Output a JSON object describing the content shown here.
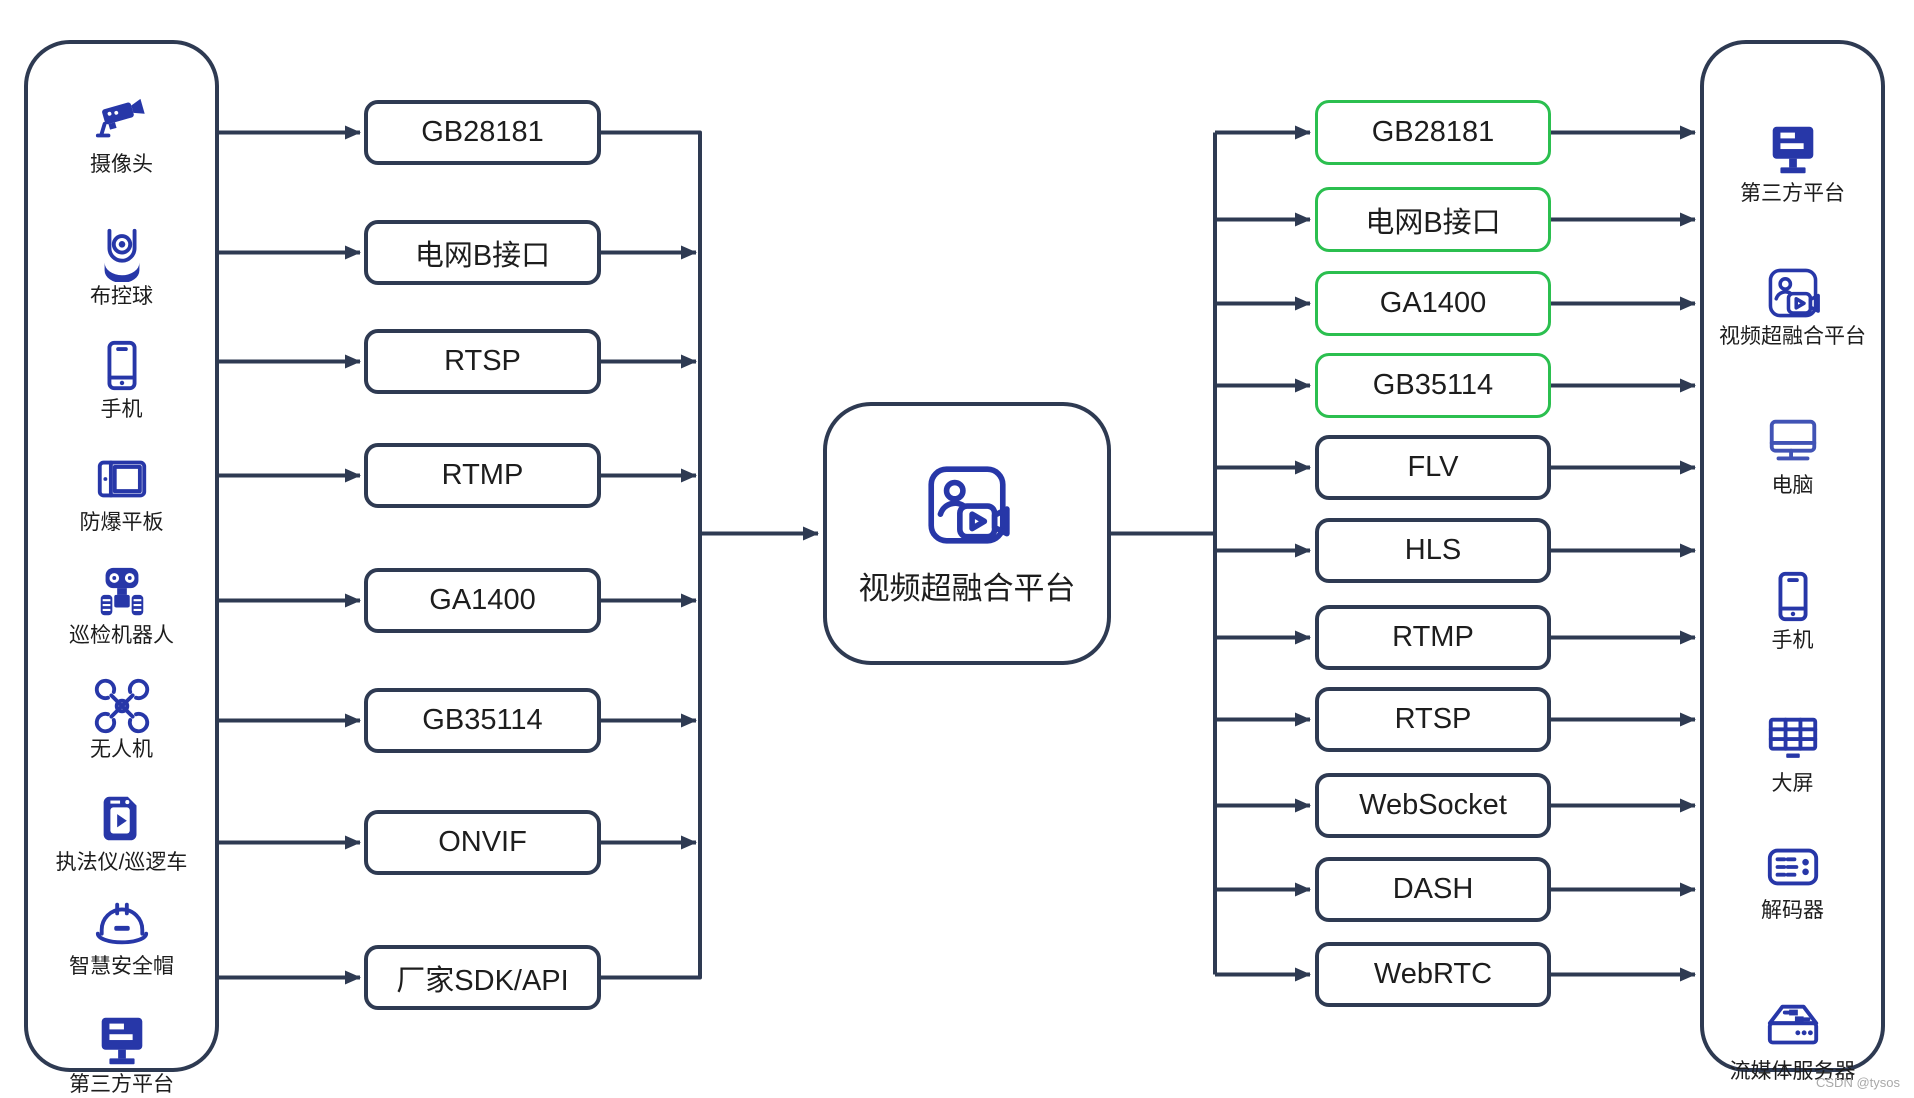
{
  "colors": {
    "line": "#2e3a52",
    "icon_blue": "#2737a8",
    "icon_light_blue": "#4153b5",
    "green_border": "#2bbf4f",
    "text": "#1d1d1d",
    "watermark_gray": "#a9a9a9"
  },
  "left_panel": {
    "devices": [
      {
        "label": "摄像头",
        "icon": "cctv-camera-icon"
      },
      {
        "label": "布控球",
        "icon": "ptz-dome-camera-icon"
      },
      {
        "label": "手机",
        "icon": "phone-icon"
      },
      {
        "label": "防爆平板",
        "icon": "tablet-icon"
      },
      {
        "label": "巡检机器人",
        "icon": "robot-icon"
      },
      {
        "label": "无人机",
        "icon": "drone-icon"
      },
      {
        "label": "执法仪/巡逻车",
        "icon": "bodycam-icon"
      },
      {
        "label": "智慧安全帽",
        "icon": "helmet-icon"
      },
      {
        "label": "第三方平台",
        "icon": "monitor-icon"
      }
    ]
  },
  "left_protocols": [
    {
      "label": "GB28181"
    },
    {
      "label": "电网B接口"
    },
    {
      "label": "RTSP"
    },
    {
      "label": "RTMP"
    },
    {
      "label": "GA1400"
    },
    {
      "label": "GB35114"
    },
    {
      "label": "ONVIF"
    },
    {
      "label": "厂家SDK/API"
    }
  ],
  "platform": {
    "label": "视频超融合平台",
    "icon": "fusion-platform-icon"
  },
  "right_protocols": [
    {
      "label": "GB28181",
      "style": "green"
    },
    {
      "label": "电网B接口",
      "style": "green"
    },
    {
      "label": "GA1400",
      "style": "green"
    },
    {
      "label": "GB35114",
      "style": "green"
    },
    {
      "label": "FLV",
      "style": "dark"
    },
    {
      "label": "HLS",
      "style": "dark"
    },
    {
      "label": "RTMP",
      "style": "dark"
    },
    {
      "label": "RTSP",
      "style": "dark"
    },
    {
      "label": "WebSocket",
      "style": "dark"
    },
    {
      "label": "DASH",
      "style": "dark"
    },
    {
      "label": "WebRTC",
      "style": "dark"
    }
  ],
  "right_panel": {
    "devices": [
      {
        "label": "第三方平台",
        "icon": "monitor-icon"
      },
      {
        "label": "视频超融合平台",
        "icon": "fusion-platform-icon"
      },
      {
        "label": "电脑",
        "icon": "computer-icon"
      },
      {
        "label": "手机",
        "icon": "phone-icon"
      },
      {
        "label": "大屏",
        "icon": "videowall-icon"
      },
      {
        "label": "解码器",
        "icon": "decoder-icon"
      },
      {
        "label": "流媒体服务器",
        "icon": "server-icon"
      }
    ]
  },
  "watermark": "CSDN @tysos"
}
